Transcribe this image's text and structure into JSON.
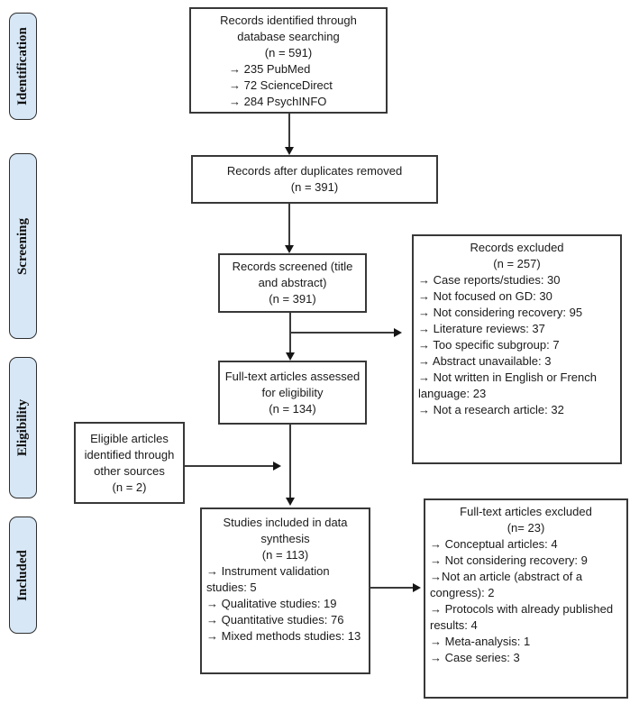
{
  "palette": {
    "sidebar_fill": "#d7e7f6",
    "box_border": "#383838",
    "arrow_color": "#151515",
    "text_color": "#1a1a1a"
  },
  "sidebar": {
    "stages": [
      {
        "label": "Identification"
      },
      {
        "label": "Screening"
      },
      {
        "label": "Eligibility"
      },
      {
        "label": "Included"
      }
    ]
  },
  "boxes": {
    "records_identified": {
      "lines": [
        {
          "text": "Records identified through",
          "align": "center"
        },
        {
          "text": "database searching",
          "align": "center"
        },
        {
          "text": "(n = 591)",
          "align": "center"
        },
        {
          "text": "→ 235 PubMed",
          "align": "list"
        },
        {
          "text": "→ 72 ScienceDirect",
          "align": "list"
        },
        {
          "text": "→ 284 PsychINFO",
          "align": "list"
        }
      ]
    },
    "duplicates_removed": {
      "lines": [
        {
          "text": "Records after duplicates removed",
          "align": "center"
        },
        {
          "text": "(n = 391)",
          "align": "center"
        }
      ]
    },
    "records_screened": {
      "lines": [
        {
          "text": "Records screened (title",
          "align": "center"
        },
        {
          "text": "and abstract)",
          "align": "center"
        },
        {
          "text": "(n = 391)",
          "align": "center"
        }
      ]
    },
    "records_excluded": {
      "lines": [
        {
          "text": "Records excluded",
          "align": "center"
        },
        {
          "text": "(n = 257)",
          "align": "center"
        },
        {
          "text": "→ Case reports/studies: 30",
          "align": "list"
        },
        {
          "text": "→ Not focused on GD: 30",
          "align": "list"
        },
        {
          "text": "→ Not considering recovery: 95",
          "align": "list"
        },
        {
          "text": "→ Literature reviews: 37",
          "align": "list"
        },
        {
          "text": "→ Too specific subgroup: 7",
          "align": "list"
        },
        {
          "text": "→ Abstract unavailable: 3",
          "align": "list"
        },
        {
          "text": "→ Not written in English or French",
          "align": "list"
        },
        {
          "text": "language: 23",
          "align": "list"
        },
        {
          "text": "→ Not a research article: 32",
          "align": "list"
        }
      ]
    },
    "fulltext_assessed": {
      "lines": [
        {
          "text": "Full-text articles assessed",
          "align": "center"
        },
        {
          "text": "for eligibility",
          "align": "center"
        },
        {
          "text": "(n = 134)",
          "align": "center"
        }
      ]
    },
    "other_sources": {
      "lines": [
        {
          "text": "Eligible articles",
          "align": "center"
        },
        {
          "text": "identified through",
          "align": "center"
        },
        {
          "text": "other sources",
          "align": "center"
        },
        {
          "text": "(n = 2)",
          "align": "center"
        }
      ]
    },
    "studies_included": {
      "lines": [
        {
          "text": "Studies included in data",
          "align": "center"
        },
        {
          "text": "synthesis",
          "align": "center"
        },
        {
          "text": "(n = 113)",
          "align": "center"
        },
        {
          "text": "→ Instrument validation",
          "align": "list"
        },
        {
          "text": "studies: 5",
          "align": "list"
        },
        {
          "text": "→ Qualitative studies: 19",
          "align": "list"
        },
        {
          "text": "→ Quantitative studies: 76",
          "align": "list"
        },
        {
          "text": "→ Mixed methods studies: 13",
          "align": "list"
        }
      ]
    },
    "fulltext_excluded": {
      "lines": [
        {
          "text": "Full-text articles excluded",
          "align": "center"
        },
        {
          "text": "(n= 23)",
          "align": "center"
        },
        {
          "text": "→ Conceptual articles: 4",
          "align": "list"
        },
        {
          "text": "→ Not considering recovery: 9",
          "align": "list"
        },
        {
          "text": "→Not an article (abstract of a",
          "align": "list"
        },
        {
          "text": "congress): 2",
          "align": "list"
        },
        {
          "text": "→ Protocols with already published",
          "align": "list"
        },
        {
          "text": "results: 4",
          "align": "list"
        },
        {
          "text": "→ Meta-analysis: 1",
          "align": "list"
        },
        {
          "text": "→ Case series: 3",
          "align": "list"
        }
      ]
    }
  }
}
